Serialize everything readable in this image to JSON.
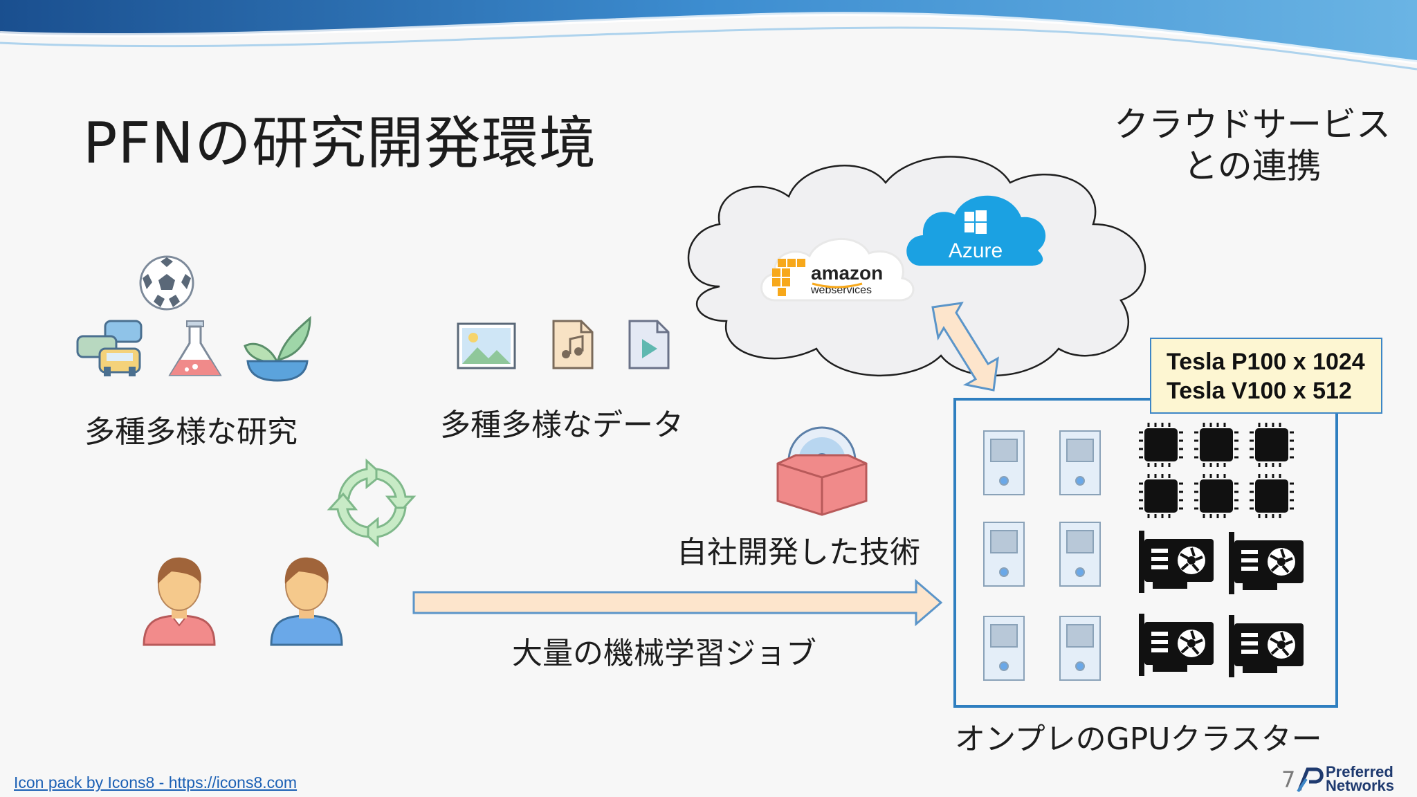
{
  "slide": {
    "title": "PFNの研究開発環境",
    "page_number": "7",
    "credit": "Icon pack by Icons8 - https://icons8.com"
  },
  "left": {
    "research_label": "多種多様な研究",
    "data_label": "多種多様なデータ"
  },
  "center": {
    "tech_label": "自社開発した技術",
    "jobs_label": "大量の機械学習ジョブ"
  },
  "cloud": {
    "note_line1": "クラウドサービス",
    "note_line2": "との連携",
    "aws_main": "amazon",
    "aws_sub": "webservices",
    "azure": "Azure"
  },
  "cluster": {
    "tesla_line1": "Tesla P100 x 1024",
    "tesla_line2": "Tesla V100 x 512",
    "label": "オンプレのGPUクラスター"
  },
  "logo": {
    "line1": "Preferred",
    "line2": "Networks"
  },
  "colors": {
    "accent_blue": "#2f7fc0",
    "arrow_fill": "#fde5cc",
    "arrow_stroke": "#5b95c9",
    "azure": "#1ba1e2",
    "aws_orange": "#f7a81b"
  }
}
